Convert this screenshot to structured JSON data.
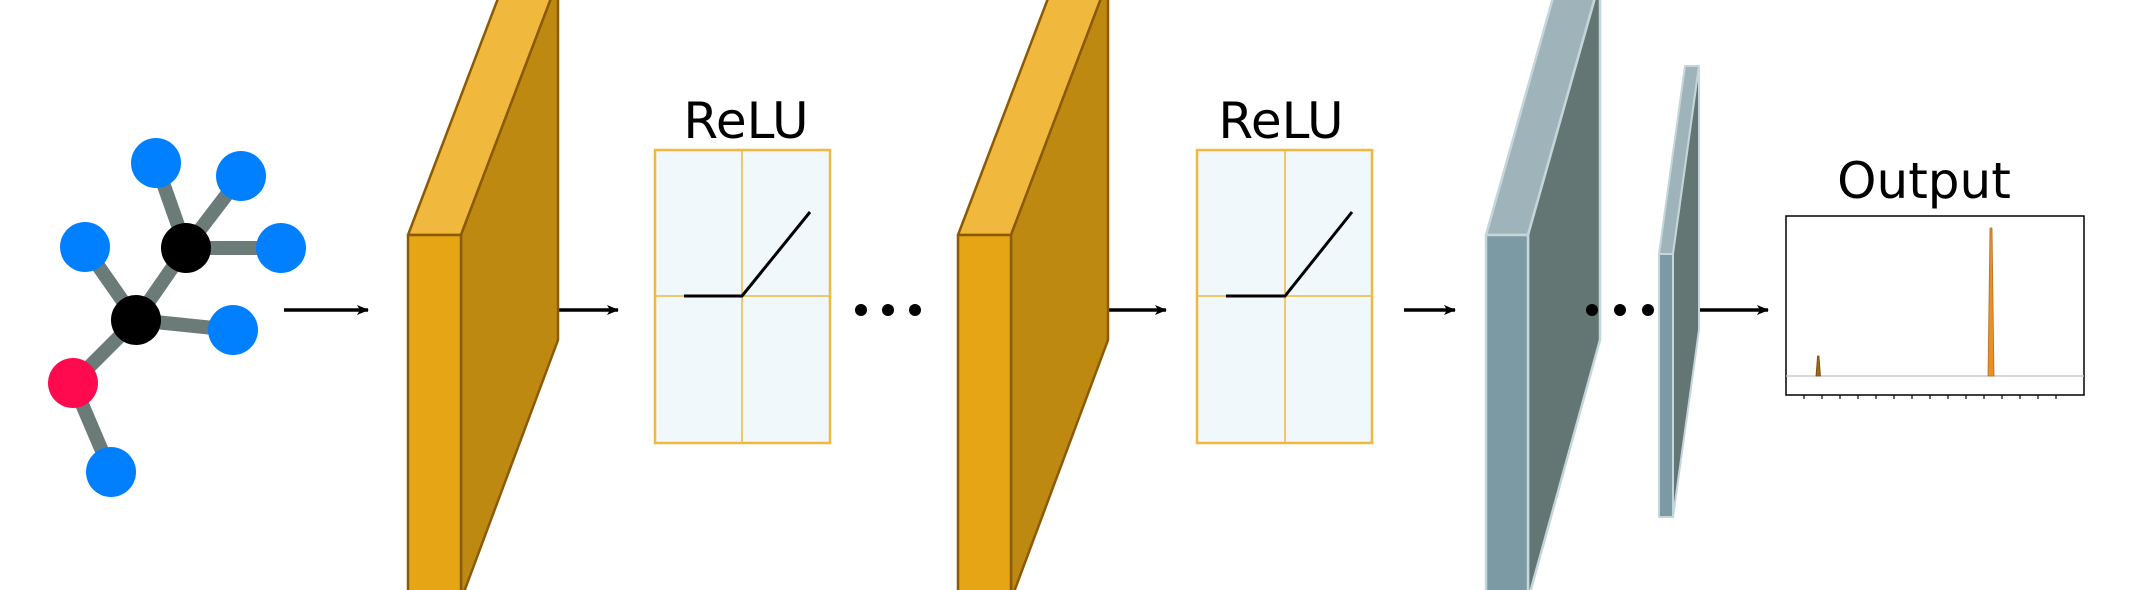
{
  "labels": {
    "relu_1": "ReLU",
    "relu_2": "ReLU",
    "output": "Output"
  },
  "colors": {
    "atom_hydrogen": "#0080ff",
    "atom_carbon": "#000000",
    "atom_oxygen": "#ff0a4e",
    "bond": "#6b7b78",
    "layer_orange_front": "#e5a515",
    "layer_orange_top": "#f0b83c",
    "layer_orange_side": "#be8911",
    "layer_orange_edge": "#8a5a06",
    "layer_gray_front": "#7b9aa3",
    "layer_gray_top": "#9fb4ba",
    "layer_gray_side": "#637673",
    "layer_gray_edge": "#c5d6da",
    "relu_border": "#f0b83c",
    "relu_fill": "#f0f8fc",
    "spectrum_peak": "#e5902a",
    "spectrum_peak_small": "#a06614"
  },
  "icons": [
    "molecule-icon",
    "arrow-icon",
    "ellipsis-icon",
    "relu-plot-icon",
    "spectrum-plot-icon"
  ]
}
